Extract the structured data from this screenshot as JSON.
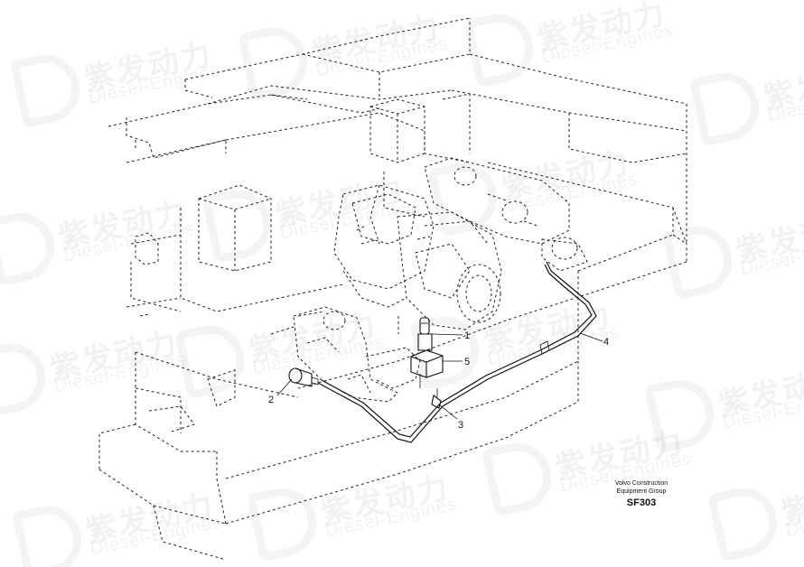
{
  "watermark": {
    "brand_cn": "紫发动力",
    "brand_en": "Diesel-Engines"
  },
  "callouts": [
    "1",
    "2",
    "3",
    "4",
    "5"
  ],
  "caption": {
    "line1": "Volvo Construction",
    "line2": "Equipment Group",
    "code": "SF303"
  }
}
